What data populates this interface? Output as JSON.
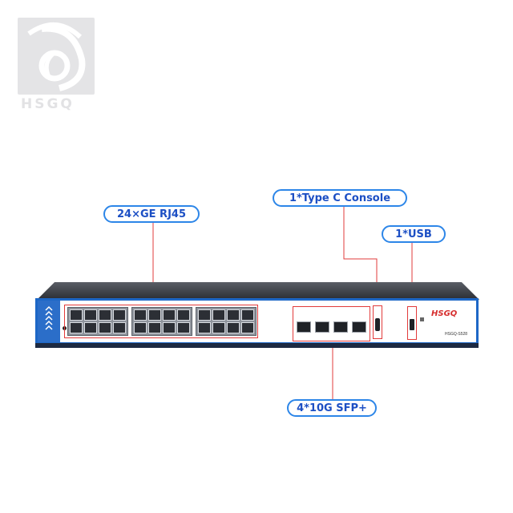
{
  "watermark": {
    "logo_text": "HSGQ"
  },
  "callouts": {
    "rj45": "24×GE RJ45",
    "console": "1*Type C Console",
    "usb": "1*USB",
    "sfp": "4*10G SFP+"
  },
  "switch": {
    "brand": "HSGQ",
    "model": "HSGQ-S528"
  },
  "colors": {
    "callout_border": "#2d86e8",
    "callout_text": "#1c4fc4",
    "leader_line": "#e23b3b",
    "chassis_blue": "#1d67c6",
    "brand_red": "#d62e2e"
  }
}
